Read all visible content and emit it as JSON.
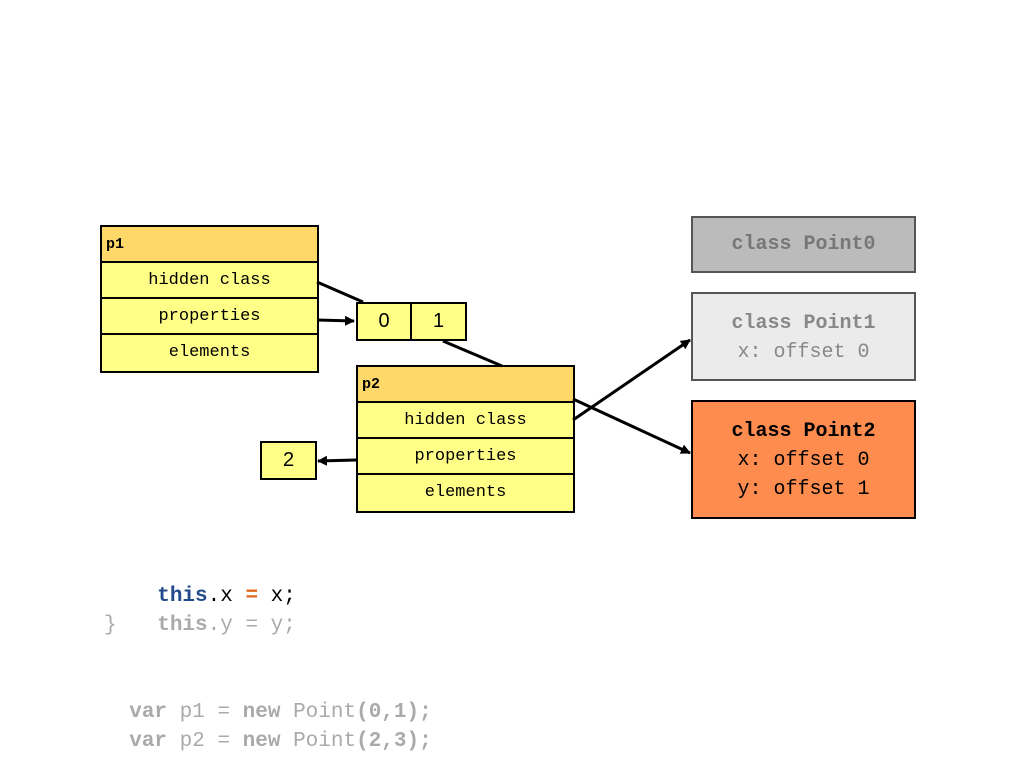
{
  "colors": {
    "object_header": "#ffd86a",
    "object_body": "#ffff88",
    "class_point0_bg": "#bbbbbb",
    "class_point1_bg": "#ebebeb",
    "class_point2_bg": "#ff8c4f",
    "keyword_blue": "#234a8a",
    "operator_orange": "#e06a1b",
    "dimmed_code": "#aaaaaa"
  },
  "p1": {
    "name": "p1",
    "fields": [
      "hidden class",
      "properties",
      "elements"
    ]
  },
  "p2": {
    "name": "p2",
    "fields": [
      "hidden class",
      "properties",
      "elements"
    ]
  },
  "p1_properties": [
    "0",
    "1"
  ],
  "p2_properties": [
    "2"
  ],
  "classes": {
    "point0": {
      "title": "class Point0"
    },
    "point1": {
      "title": "class Point1",
      "line1": "x: offset 0"
    },
    "point2": {
      "title": "class Point2",
      "line1": "x: offset 0",
      "line2": "y: offset 1"
    }
  },
  "code": {
    "line1": {
      "kw": "this",
      "rest1": ".x ",
      "op": "=",
      "rest2": " x;"
    },
    "line2": {
      "kw": "this",
      "rest": ".y = y;"
    },
    "line3": "}",
    "line4": {
      "kw": "var",
      "mid1": " p1 = ",
      "kw2": "new",
      "mid2": " Point",
      "args": "(0,1);"
    },
    "line5": {
      "kw": "var",
      "mid1": " p2 = ",
      "kw2": "new",
      "mid2": " Point",
      "args": "(2,3);"
    }
  }
}
